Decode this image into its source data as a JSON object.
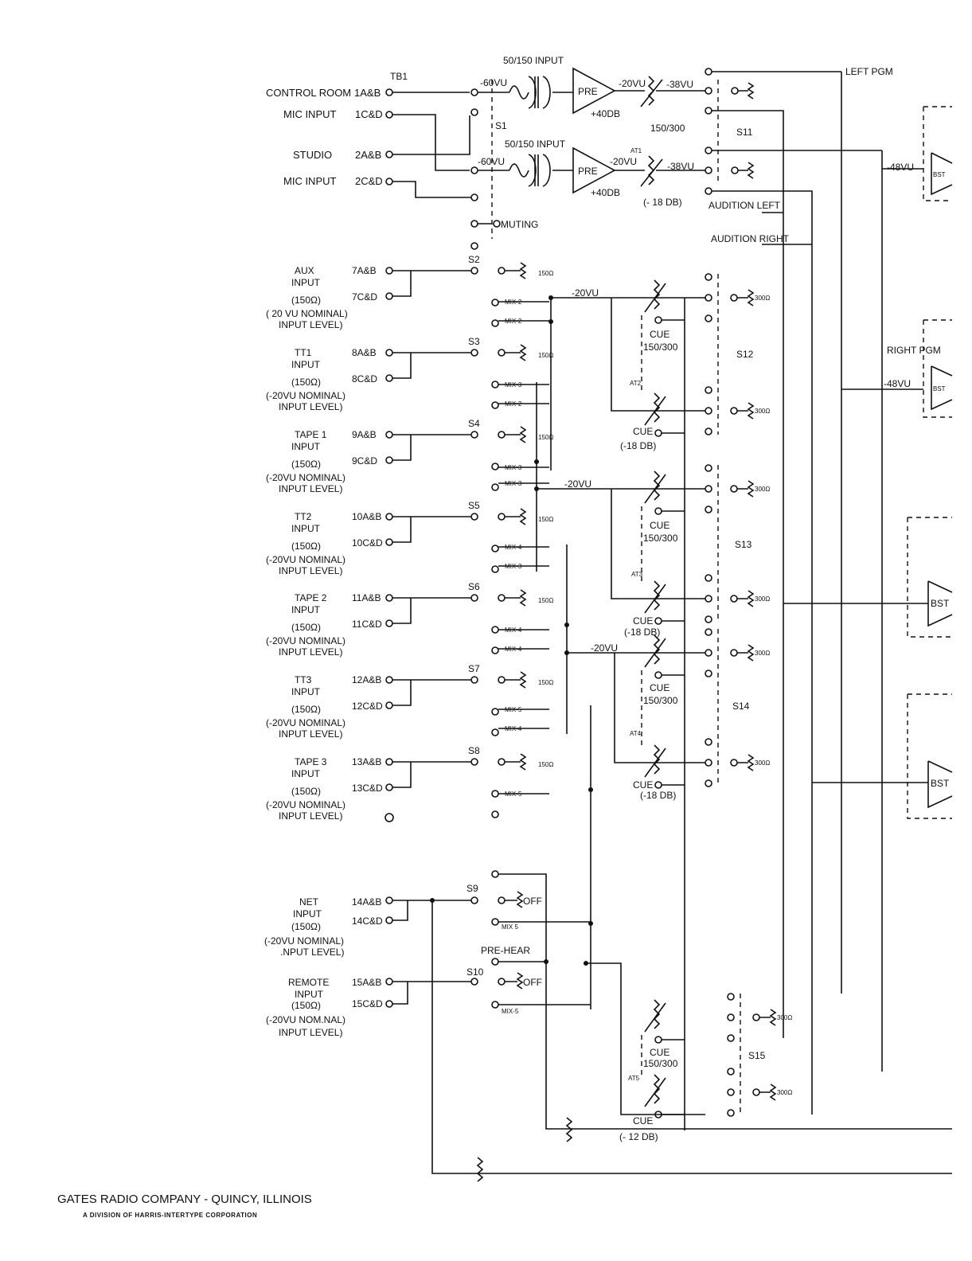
{
  "header": {
    "transformer_1": "50/150 INPUT",
    "transformer_2": "50/150 INPUT",
    "tb": "TB1"
  },
  "mic": {
    "control_room": "CONTROL ROOM",
    "mic_input_1": "MIC INPUT",
    "studio": "STUDIO",
    "mic_input_2": "MIC INPUT",
    "t1ab": "1A&B",
    "t1cd": "1C&D",
    "t2ab": "2A&B",
    "t2cd": "2C&D",
    "level_in_1": "-60VU",
    "level_in_2": "-60VU",
    "pre": "PRE",
    "gain_1": "+40DB",
    "gain_2": "+40DB",
    "out_1": "-20VU",
    "out_2": "-20VU",
    "att_out_1": "-38VU",
    "att_out_2": "-38VU",
    "imp": "150/300",
    "at1": "AT1",
    "minus18": "(- 18 DB)",
    "s1": "S1",
    "s11": "S11",
    "muting": "MUTING"
  },
  "outputs": {
    "left_pgm": "LEFT PGM",
    "right_pgm": "RIGHT PGM",
    "level_left": "-48VU",
    "level_right": "-48VU",
    "audition_left": "AUDITION LEFT",
    "audition_right": "AUDITION RIGHT",
    "bst": "BST"
  },
  "inputs": [
    {
      "name": "AUX",
      "name2": "INPUT",
      "imp": "(150Ω)",
      "ab": "7A&B",
      "cd": "7C&D",
      "nom": "( 20 VU NOMINAL)",
      "lvl": "INPUT LEVEL)",
      "sw": "S2",
      "r": "150Ω"
    },
    {
      "name": "TT1",
      "name2": "INPUT",
      "imp": "(150Ω)",
      "ab": "8A&B",
      "cd": "8C&D",
      "nom": "(-20VU NOMINAL)",
      "lvl": "INPUT LEVEL)",
      "sw": "S3",
      "r": "150Ω"
    },
    {
      "name": "TAPE 1",
      "name2": "INPUT",
      "imp": "(150Ω)",
      "ab": "9A&B",
      "cd": "9C&D",
      "nom": "(-20VU NOMINAL)",
      "lvl": "INPUT LEVEL)",
      "sw": "S4",
      "r": "150Ω"
    },
    {
      "name": "TT2",
      "name2": "INPUT",
      "imp": "(150Ω)",
      "ab": "10A&B",
      "cd": "10C&D",
      "nom": "(-20VU NOMINAL)",
      "lvl": "INPUT LEVEL)",
      "sw": "S5",
      "r": "150Ω"
    },
    {
      "name": "TAPE 2",
      "name2": "INPUT",
      "imp": "(150Ω)",
      "ab": "11A&B",
      "cd": "11C&D",
      "nom": "(-20VU NOMINAL)",
      "lvl": "INPUT LEVEL)",
      "sw": "S6",
      "r": "150Ω"
    },
    {
      "name": "TT3",
      "name2": "INPUT",
      "imp": "(150Ω)",
      "ab": "12A&B",
      "cd": "12C&D",
      "nom": "(-20VU NOMINAL)",
      "lvl": "INPUT LEVEL)",
      "sw": "S7",
      "r": "150Ω"
    },
    {
      "name": "TAPE 3",
      "name2": "INPUT",
      "imp": "(150Ω)",
      "ab": "13A&B",
      "cd": "13C&D",
      "nom": "(-20VU NOMINAL)",
      "lvl": "INPUT LEVEL)",
      "sw": "S8",
      "r": "150Ω"
    }
  ],
  "mix_labels": [
    "MIX-2",
    "MIX-2",
    "MIX-3",
    "MIX-2",
    "MIX-3",
    "MIX-3",
    "MIX-4",
    "MIX-3",
    "MIX-4",
    "MIX-4",
    "MIX-5",
    "MIX-4",
    "MIX-5"
  ],
  "mixers": {
    "level": "-20VU",
    "cue": "CUE",
    "imp": "150/300",
    "minus18": "(-18 DB)",
    "at2": "AT2",
    "at3": "AT3",
    "at4": "AT4",
    "at5": "AT5",
    "s12": "S12",
    "s13": "S13",
    "s14": "S14",
    "s15": "S15",
    "r300": "300Ω"
  },
  "net": {
    "net": "NET",
    "input": "INPUT",
    "imp": "(150Ω)",
    "ab": "14A&B",
    "cd": "14C&D",
    "nom": "(-20VU NOMINAL)",
    "lvl": ".NPUT LEVEL)",
    "s9": "S9",
    "off": "OFF",
    "prehear": "PRE-HEAR",
    "remote": "REMOTE",
    "remote_in": "INPUT",
    "remote_imp": "(150Ω)",
    "rab": "15A&B",
    "rcd": "15C&D",
    "rnom": "(-20VU NOM.NAL)",
    "rlvl": "INPUT LEVEL)",
    "s10": "S10",
    "mix5a": "MIX 5",
    "mix5b": "MIX-5",
    "minus12": "(- 12 DB)"
  },
  "footer": {
    "company": "GATES RADIO COMPANY - QUINCY, ILLINOIS",
    "division": "A DIVISION OF HARRIS-INTERTYPE CORPORATION"
  }
}
